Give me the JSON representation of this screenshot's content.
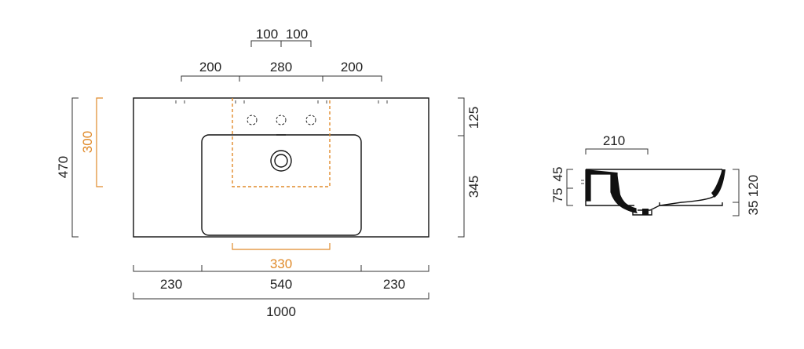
{
  "colors": {
    "line": "#111111",
    "dimension": "#333333",
    "accent": "#e08a2a"
  },
  "top_view": {
    "tap_spacing_left": "100",
    "tap_spacing_right": "100",
    "top_left_gap": "200",
    "top_center": "280",
    "top_right_gap": "200",
    "overall_height": "470",
    "orange_height": "300",
    "right_upper": "125",
    "right_lower": "345",
    "orange_width": "330",
    "bottom_left": "230",
    "bottom_center": "540",
    "bottom_right": "230",
    "overall_width": "1000"
  },
  "side_view": {
    "depth": "210",
    "left_upper": "45",
    "left_lower": "75",
    "right_upper": "120",
    "right_lower": "35"
  }
}
